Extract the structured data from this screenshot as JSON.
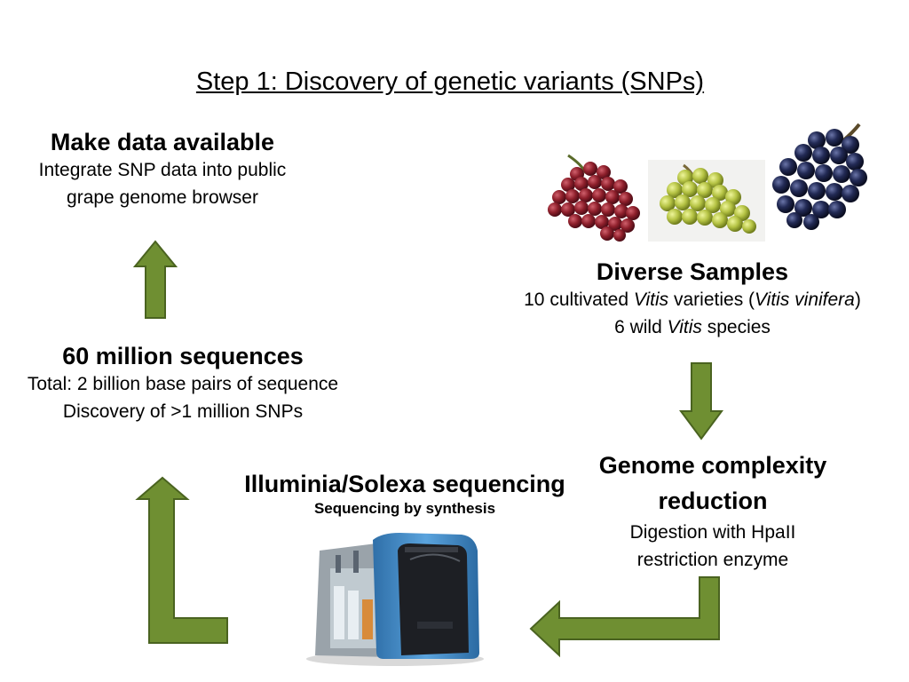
{
  "title": "Step 1: Discovery of genetic variants (SNPs)",
  "make_data": {
    "heading": "Make data available",
    "line1": "Integrate SNP data into public",
    "line2": "grape genome browser"
  },
  "diverse": {
    "heading": "Diverse Samples",
    "line1_a": "10 cultivated ",
    "line1_b": "Vitis",
    "line1_c": " varieties (",
    "line1_d": "Vitis vinifera",
    "line1_e": ")",
    "line2_a": "6 wild ",
    "line2_b": "Vitis",
    "line2_c": " species"
  },
  "sequences": {
    "heading": "60 million sequences",
    "line1": "Total: 2 billion base pairs of sequence",
    "line2": "Discovery of >1 million SNPs"
  },
  "genome": {
    "heading_line1": "Genome complexity",
    "heading_line2": "reduction",
    "line1": "Digestion with HpaII",
    "line2": "restriction enzyme"
  },
  "illumina": {
    "heading": "Illuminia/Solexa sequencing",
    "subheading": "Sequencing by synthesis"
  },
  "colors": {
    "arrow_fill": "#6f8f32",
    "arrow_stroke": "#4a6320",
    "grape_red": "#8e1f2b",
    "grape_green": "#a8b83a",
    "grape_black": "#1c2244",
    "machine_blue": "#3f86c2"
  },
  "icons": [
    "red-grape-image",
    "green-grape-image",
    "black-grape-image",
    "sequencer-machine-image"
  ]
}
